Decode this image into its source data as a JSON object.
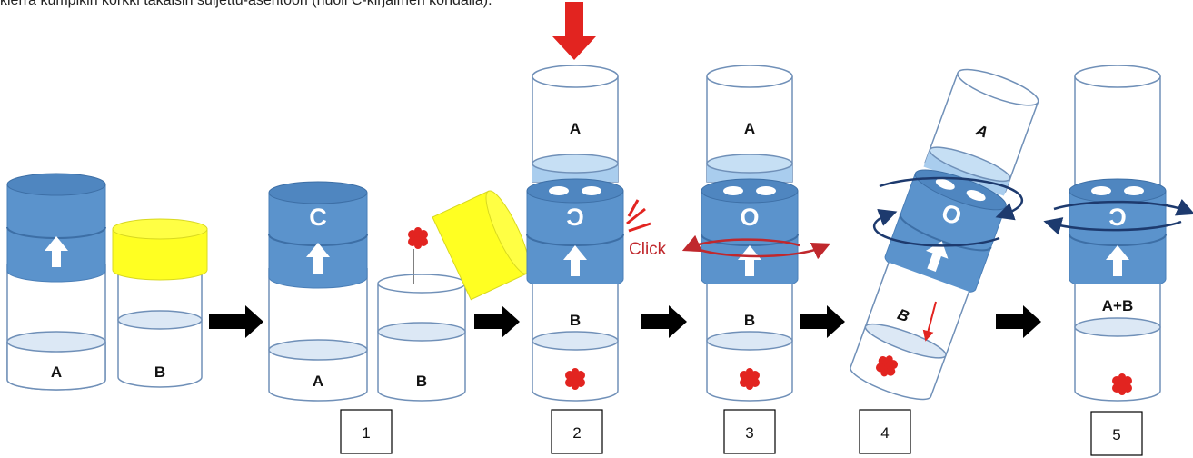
{
  "caption": "kierrä kumpikin korkki takaisin suljettu-asentoon (nuoli C-kirjaimen kohdalla).",
  "labels": {
    "a": "A",
    "b": "B",
    "ab": "A+B",
    "cap_c": "C",
    "cap_c_rev": "C",
    "cap_o": "O",
    "click": "Click"
  },
  "steps": [
    "1",
    "2",
    "3",
    "4",
    "5"
  ],
  "colors": {
    "cap_blue": "#5b93cc",
    "cap_top": "#4f86c0",
    "yellow": "#ffff22",
    "liquid": "#dce8f5",
    "liquid_blue": "#a9cdee",
    "red": "#e22420",
    "outline": "#7090b8",
    "arrow": "#000000"
  },
  "icons": [
    "up-arrow-icon",
    "rotate-arrow-icon",
    "press-arrow-icon",
    "sample-blob-icon"
  ]
}
